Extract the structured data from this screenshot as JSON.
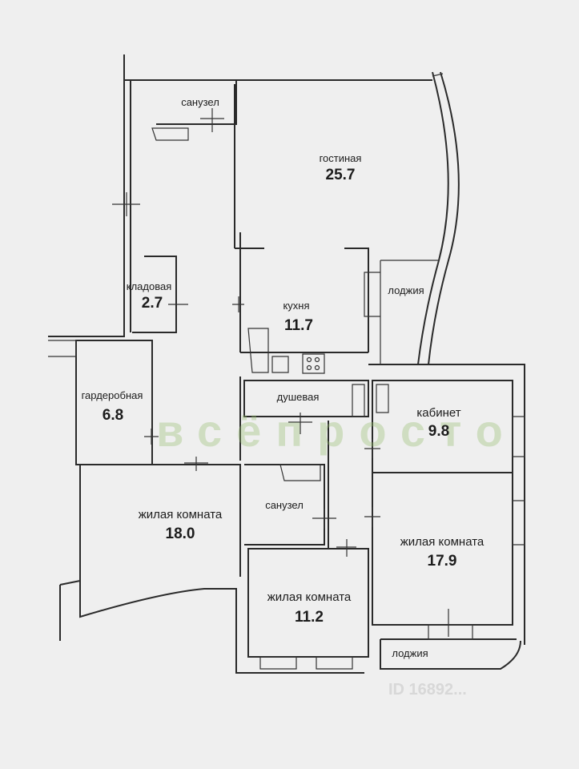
{
  "rooms": [
    {
      "name": "санузел"
    },
    {
      "name": "гостиная",
      "area": "25.7"
    },
    {
      "name": "кладовая",
      "area": "2.7"
    },
    {
      "name": "лоджия"
    },
    {
      "name": "кухня",
      "area": "11.7"
    },
    {
      "name": "гардеробная",
      "area": "6.8"
    },
    {
      "name": "душевая"
    },
    {
      "name": "кабинет",
      "area": "9.8"
    },
    {
      "name": "жилая комната",
      "area": "18.0"
    },
    {
      "name": "санузел"
    },
    {
      "name": "жилая комната",
      "area": "17.9"
    },
    {
      "name": "жилая комната",
      "area": "11.2"
    },
    {
      "name": "лоджия"
    }
  ],
  "watermark": {
    "brand": "всёпросто",
    "id": "ID 16892..."
  }
}
